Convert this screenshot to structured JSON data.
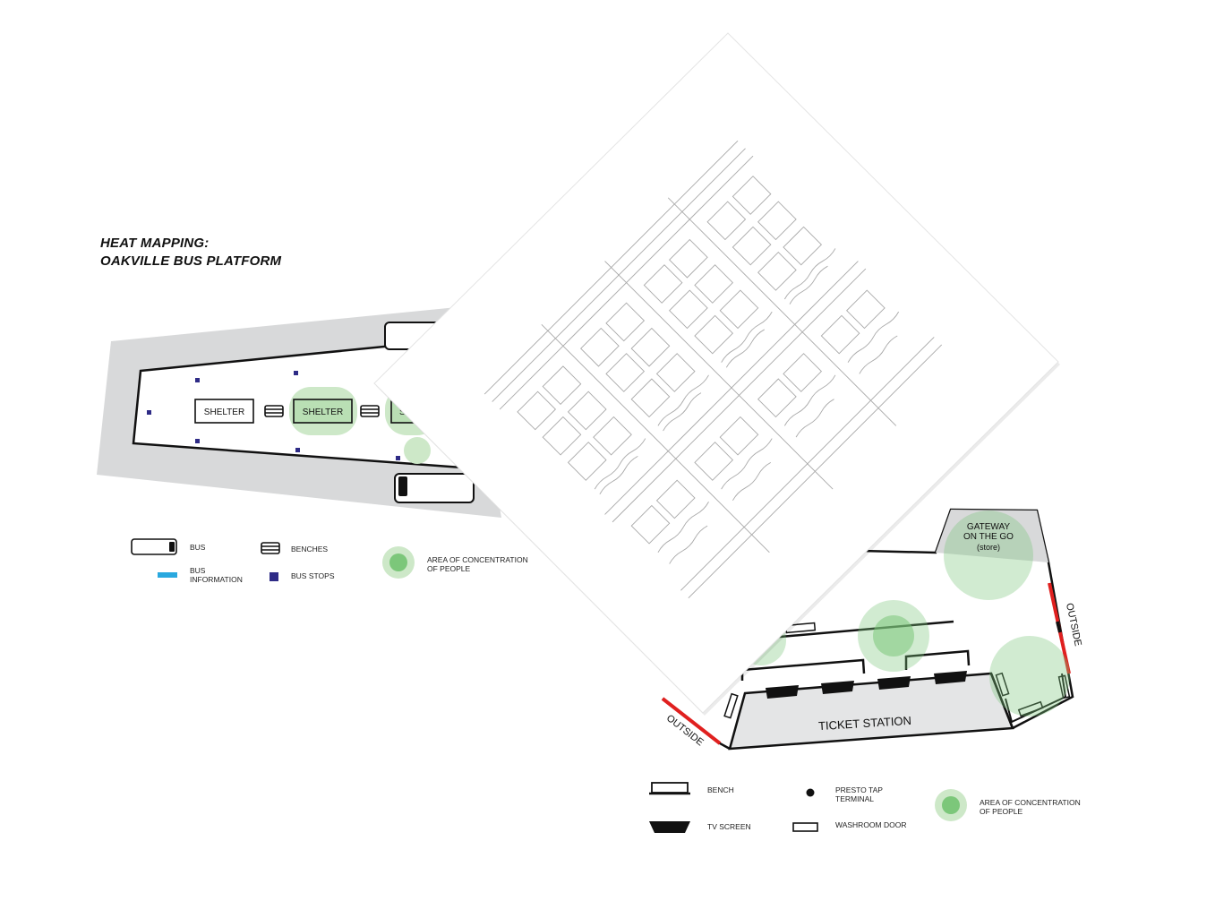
{
  "title": {
    "line1": "HEAT MAPPING:",
    "line2": "OAKVILLE BUS PLATFORM"
  },
  "platform": {
    "shelter_labels": [
      "SHELTER",
      "SHELTER",
      "SH"
    ]
  },
  "platform_legend": {
    "bus": "BUS",
    "bus_information_line1": "BUS",
    "bus_information_line2": "INFORMATION",
    "benches": "BENCHES",
    "bus_stops": "BUS STOPS",
    "concentration_line1": "AREA OF CONCENTRATION",
    "concentration_line2": "OF PEOPLE"
  },
  "station": {
    "gateway_line1": "GATEWAY",
    "gateway_line2": "ON THE GO",
    "gateway_line3": "(store)",
    "outside_right": "OUTSIDE",
    "outside_left": "OUTSIDE",
    "ticket_station": "TICKET STATION"
  },
  "station_legend": {
    "bench": "BENCH",
    "tv_screen": "TV SCREEN",
    "presto_line1": "PRESTO TAP",
    "presto_line2": "TERMINAL",
    "washroom_door": "WASHROOM DOOR",
    "concentration_line1": "AREA OF CONCENTRATION",
    "concentration_line2": "OF PEOPLE"
  },
  "colors": {
    "heat_light": "#cde8c8",
    "heat_dark": "#7cc77a",
    "bus_stop": "#2e2b86",
    "bus_info": "#29a8df",
    "outside_wall": "#e0201f",
    "pavement": "#d8d9da"
  }
}
